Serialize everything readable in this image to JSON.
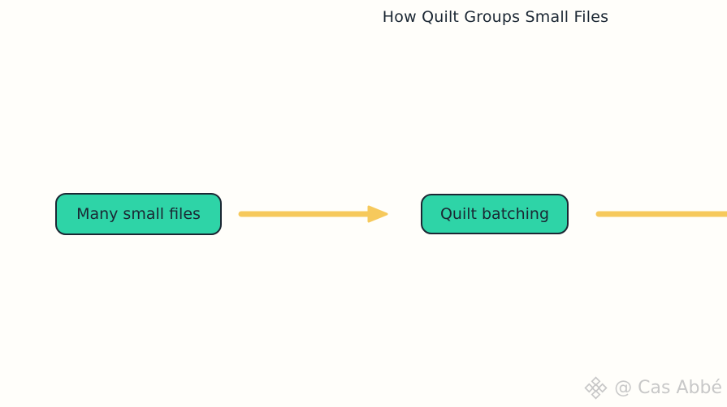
{
  "title": "How Quilt Groups Small Files",
  "diagram": {
    "nodes": [
      {
        "label": "Many small files"
      },
      {
        "label": "Quilt batching"
      }
    ],
    "connectors": [
      {
        "from": "Many small files",
        "to": "Quilt batching",
        "style": "arrow"
      },
      {
        "from": "Quilt batching",
        "to": "",
        "style": "line-continues-offscreen"
      }
    ]
  },
  "watermark": {
    "handle": "@ Cas Abbé",
    "logo": "binance-diamond-icon"
  },
  "colors": {
    "background": "#FFFEFA",
    "node_fill": "#2ED4A7",
    "node_border": "#1B2733",
    "node_text": "#1B2733",
    "title_text": "#1B2733",
    "arrow": "#F6C95C",
    "watermark_text": "#C8C8C8"
  }
}
